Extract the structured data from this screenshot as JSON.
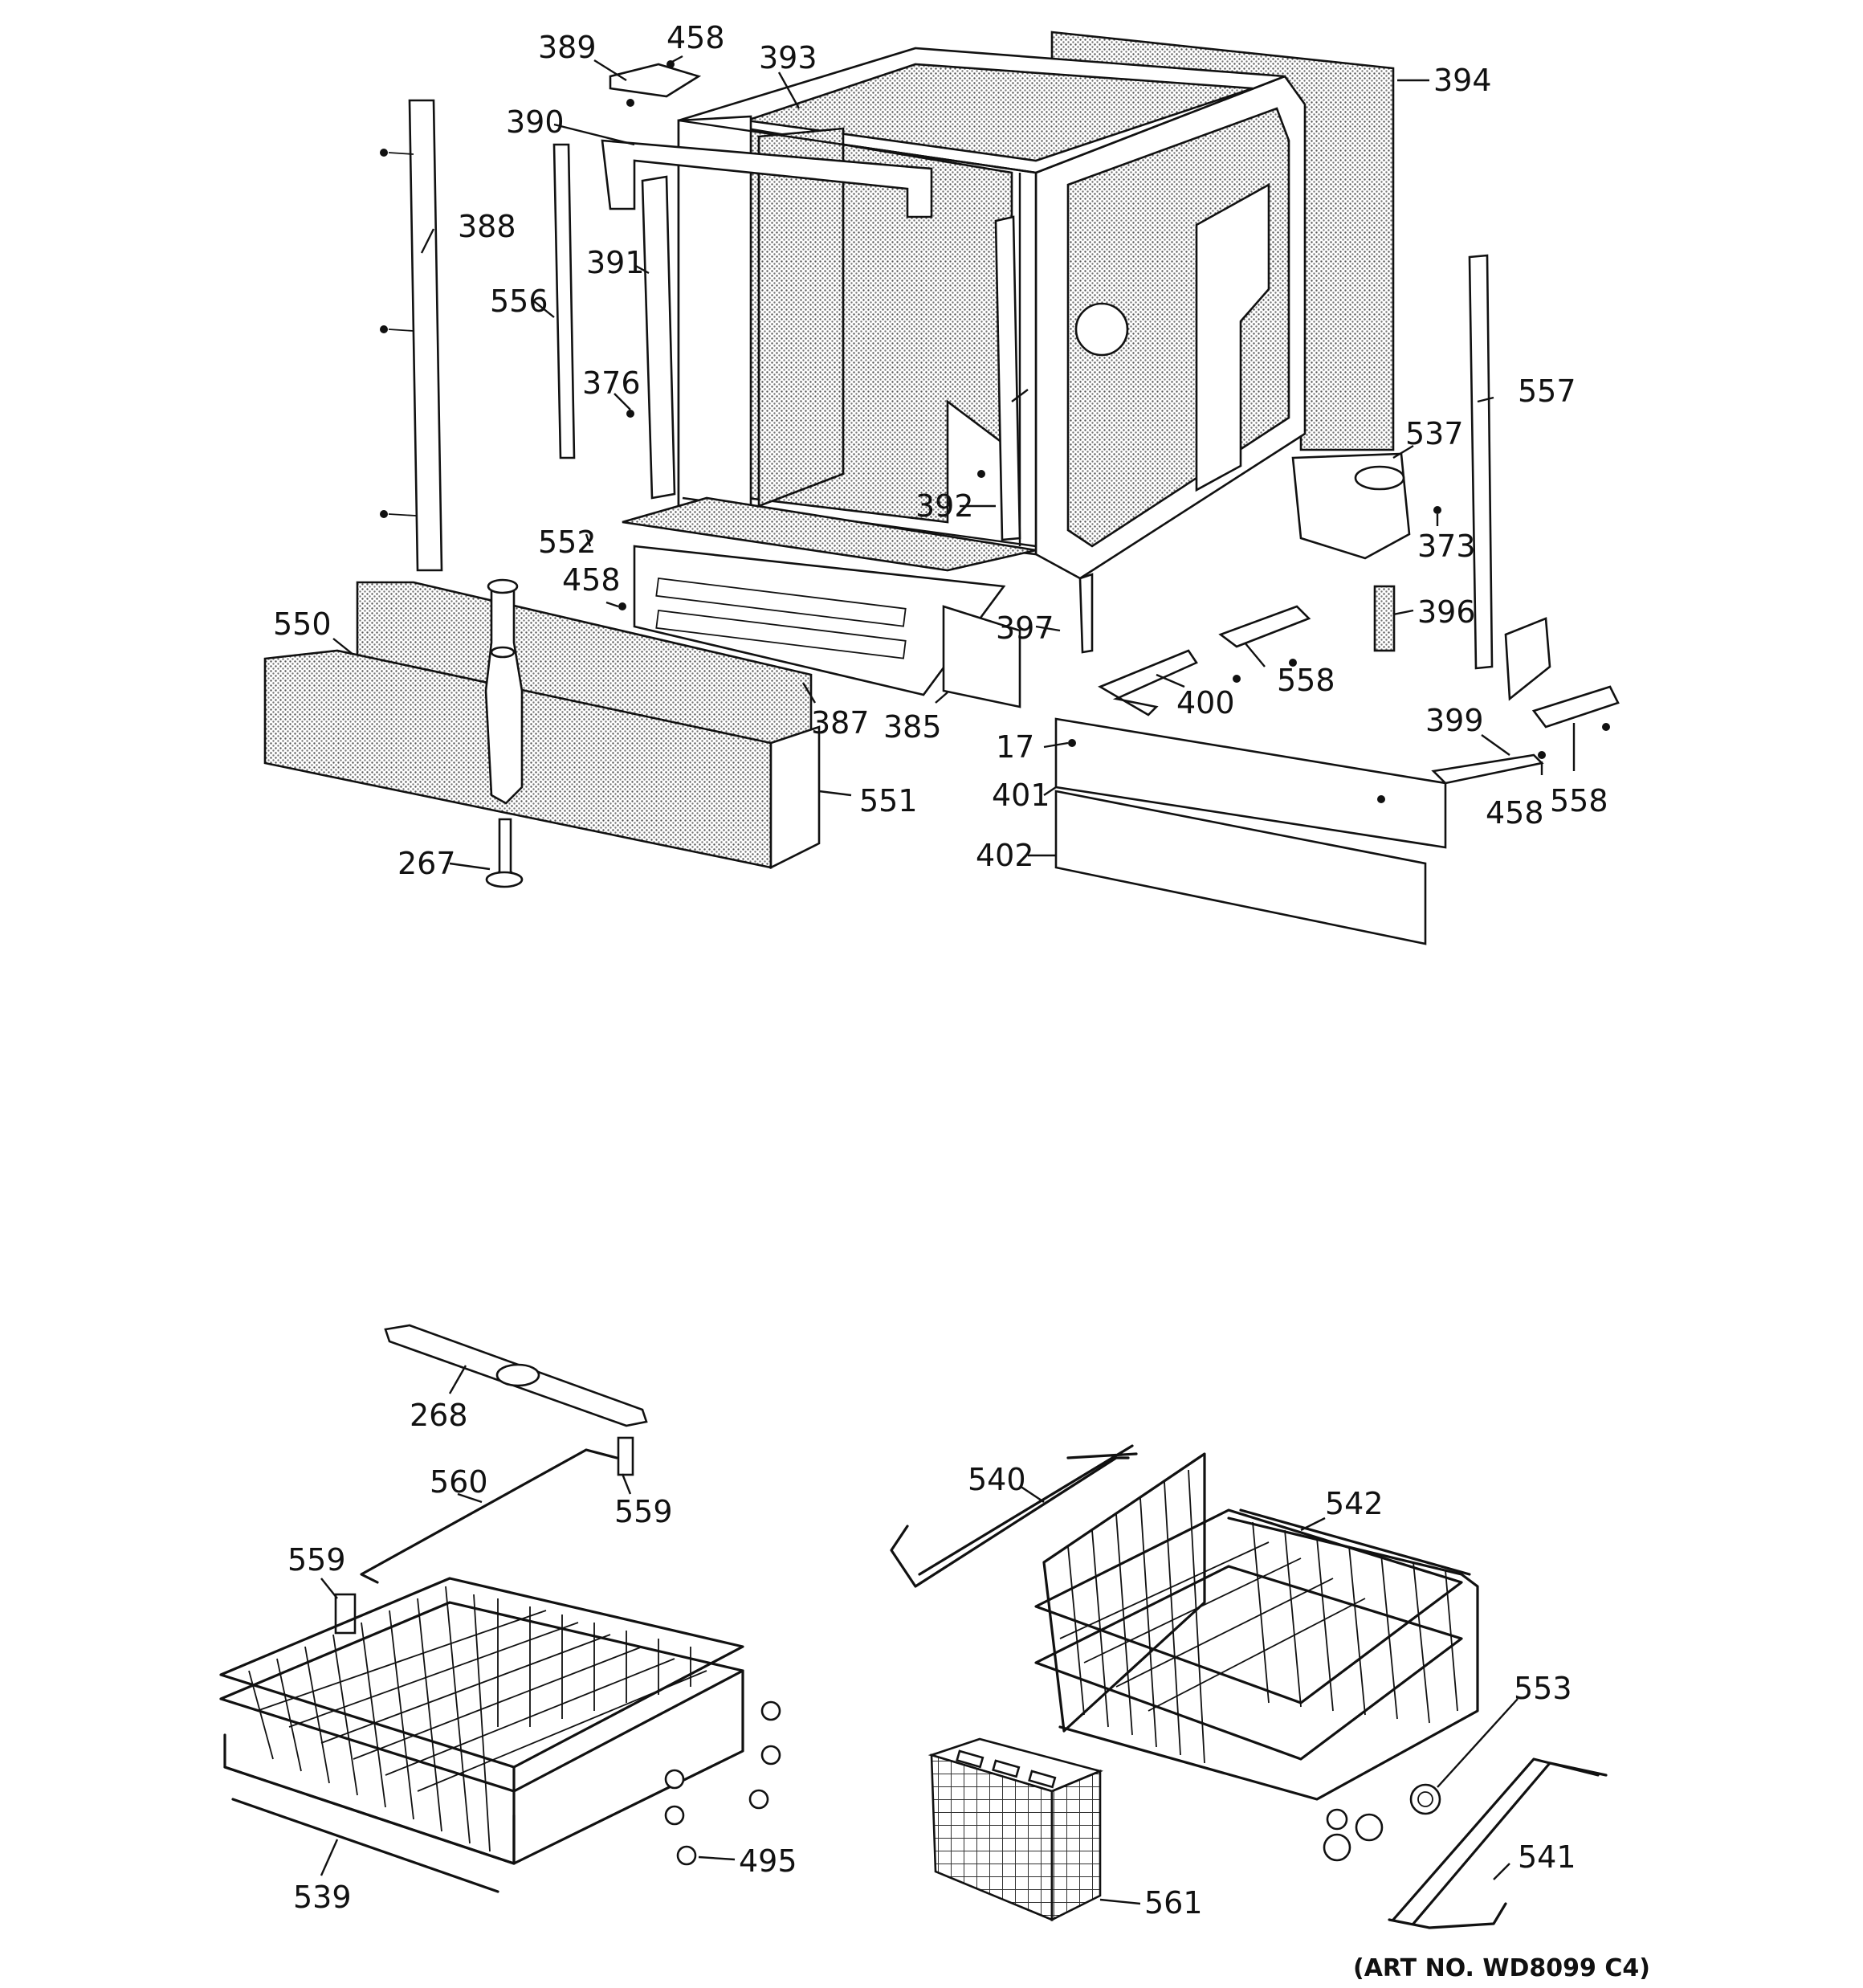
{
  "diagram": {
    "labels": {
      "p17": "17",
      "p267": "267",
      "p268": "268",
      "p373": "373",
      "p376": "376",
      "p385": "385",
      "p387": "387",
      "p388": "388",
      "p389": "389",
      "p390": "390",
      "p391": "391",
      "p392": "392",
      "p393": "393",
      "p394": "394",
      "p396": "396",
      "p397": "397",
      "p399": "399",
      "p400": "400",
      "p401": "401",
      "p402": "402",
      "p458a": "458",
      "p458b": "458",
      "p458c": "458",
      "p495": "495",
      "p537": "537",
      "p539": "539",
      "p540": "540",
      "p541": "541",
      "p542": "542",
      "p550": "550",
      "p551": "551",
      "p552": "552",
      "p553": "553",
      "p556": "556",
      "p557": "557",
      "p558a": "558",
      "p558b": "558",
      "p559a": "559",
      "p559b": "559",
      "p560": "560",
      "p561": "561"
    },
    "art_number": "(ART NO. WD8099 C4)"
  }
}
